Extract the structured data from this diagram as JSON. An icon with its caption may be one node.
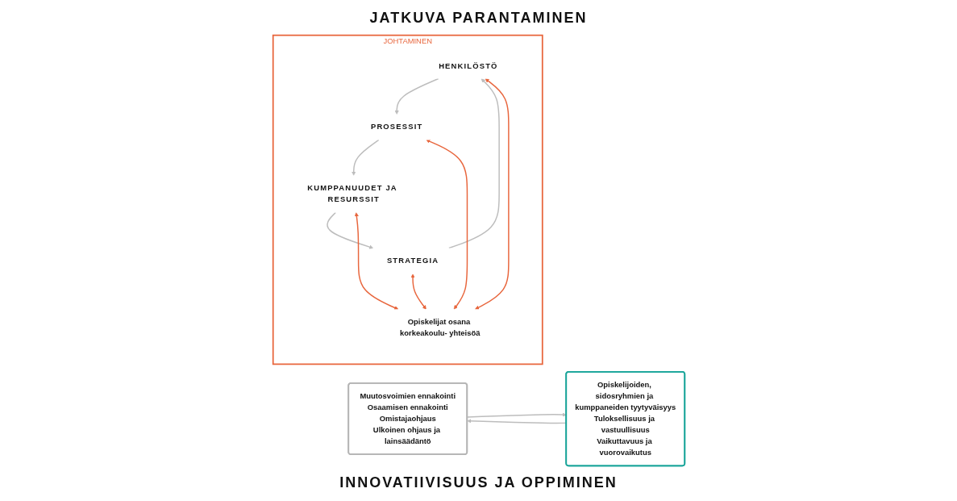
{
  "diagram": {
    "nodes": [
      {
        "text": [
          "Muutosvoimien ennakointi",
          "Osaamisen ennakointi",
          "Omistajaohjaus",
          "Ulkoinen ohjaus ja lainsäädäntö"
        ]
      },
      {
        "text": [
          "JOHTAMINEN"
        ]
      },
      {
        "text": [
          "HENKILÖSTÖ"
        ],
        "in": 1
      },
      {
        "text": [
          "STRATEGIA"
        ],
        "in": 1
      },
      {
        "text": [
          "Opiskelijat osana korkeakoulu- yhteisöä"
        ],
        "in": 1
      },
      {
        "text": [
          "PROSESSIT"
        ],
        "in": 1
      },
      {
        "text": [
          "KUMPPANUUDET JA RESURSSIT"
        ],
        "in": 1
      },
      {
        "text": [
          "Opiskelijoiden, sidosryhmien ja kumppaneiden tyytyväisyys",
          "Tuloksellisuus ja vastuullisuus",
          "Vaikuttavuus ja vuorovaikutus"
        ]
      }
    ],
    "edges": [
      {
        "from": 0,
        "to": 7,
        "arrow": "to"
      },
      {
        "from": 7,
        "to": 0,
        "arrow": "to"
      },
      {
        "from": 3,
        "to": 2,
        "arrow": "to"
      },
      {
        "from": 2,
        "to": 5,
        "arrow": "to"
      },
      {
        "from": 5,
        "to": 6,
        "arrow": "to"
      },
      {
        "from": 6,
        "to": 3,
        "arrow": "to"
      },
      {
        "from": 4,
        "to": 2,
        "arrow": "both",
        "color": "#e8663d"
      },
      {
        "from": 3,
        "to": 4,
        "arrow": "both",
        "color": "#e8663d"
      },
      {
        "from": 4,
        "to": 5,
        "arrow": "both",
        "color": "#e8663d"
      },
      {
        "from": 4,
        "to": 6,
        "arrow": "both",
        "color": "#e8663d"
      }
    ],
    "labels": [
      "JATKUVA PARANTAMINEN",
      "INNOVATIIVISUUS JA OPPIMINEN"
    ]
  }
}
